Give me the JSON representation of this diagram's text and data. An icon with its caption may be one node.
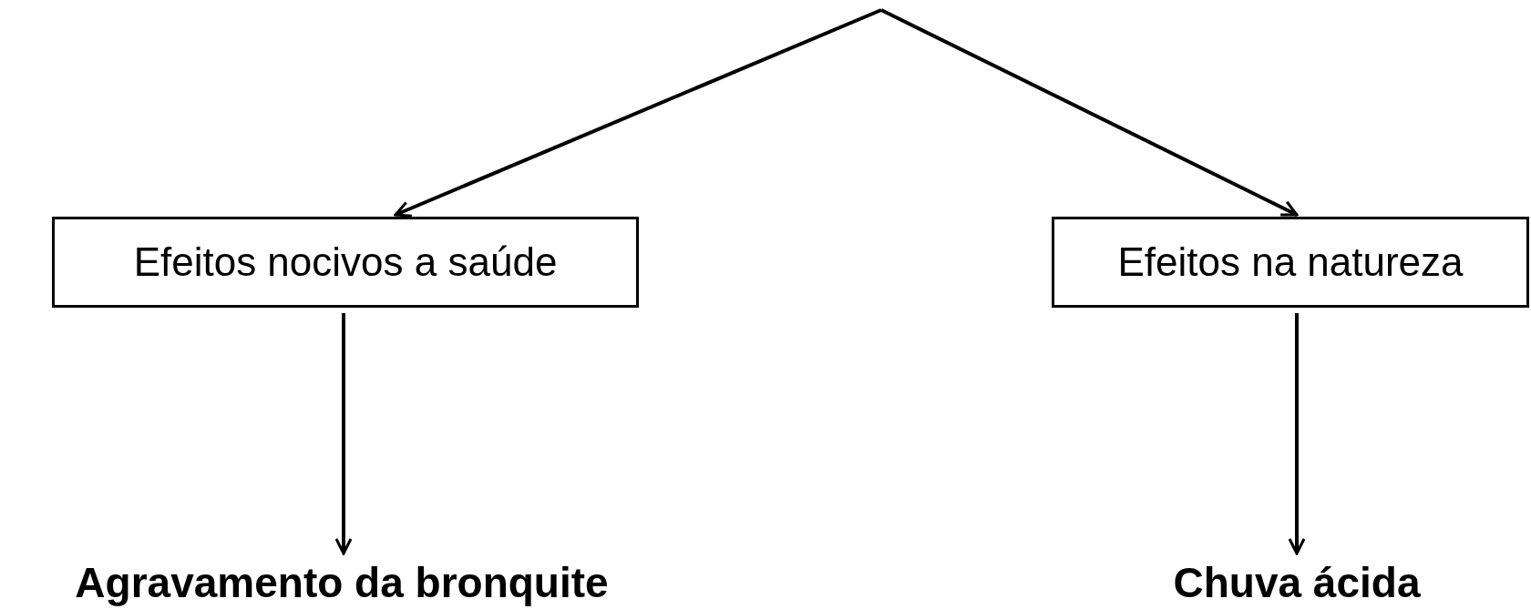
{
  "diagram": {
    "nodes": [
      {
        "text": [
          "Efeitos nocivos a saúde"
        ]
      },
      {
        "text": [
          "Efeitos na natureza"
        ]
      },
      {
        "text": [
          "Agravamento da bronquite"
        ]
      },
      {
        "text": [
          "Chuva ácida"
        ]
      }
    ],
    "edges": [
      {
        "from": null,
        "to": 0,
        "arrow": "to"
      },
      {
        "from": null,
        "to": 1,
        "arrow": "to"
      },
      {
        "from": 0,
        "to": 2,
        "arrow": "to"
      },
      {
        "from": 1,
        "to": 3,
        "arrow": "to"
      }
    ]
  }
}
